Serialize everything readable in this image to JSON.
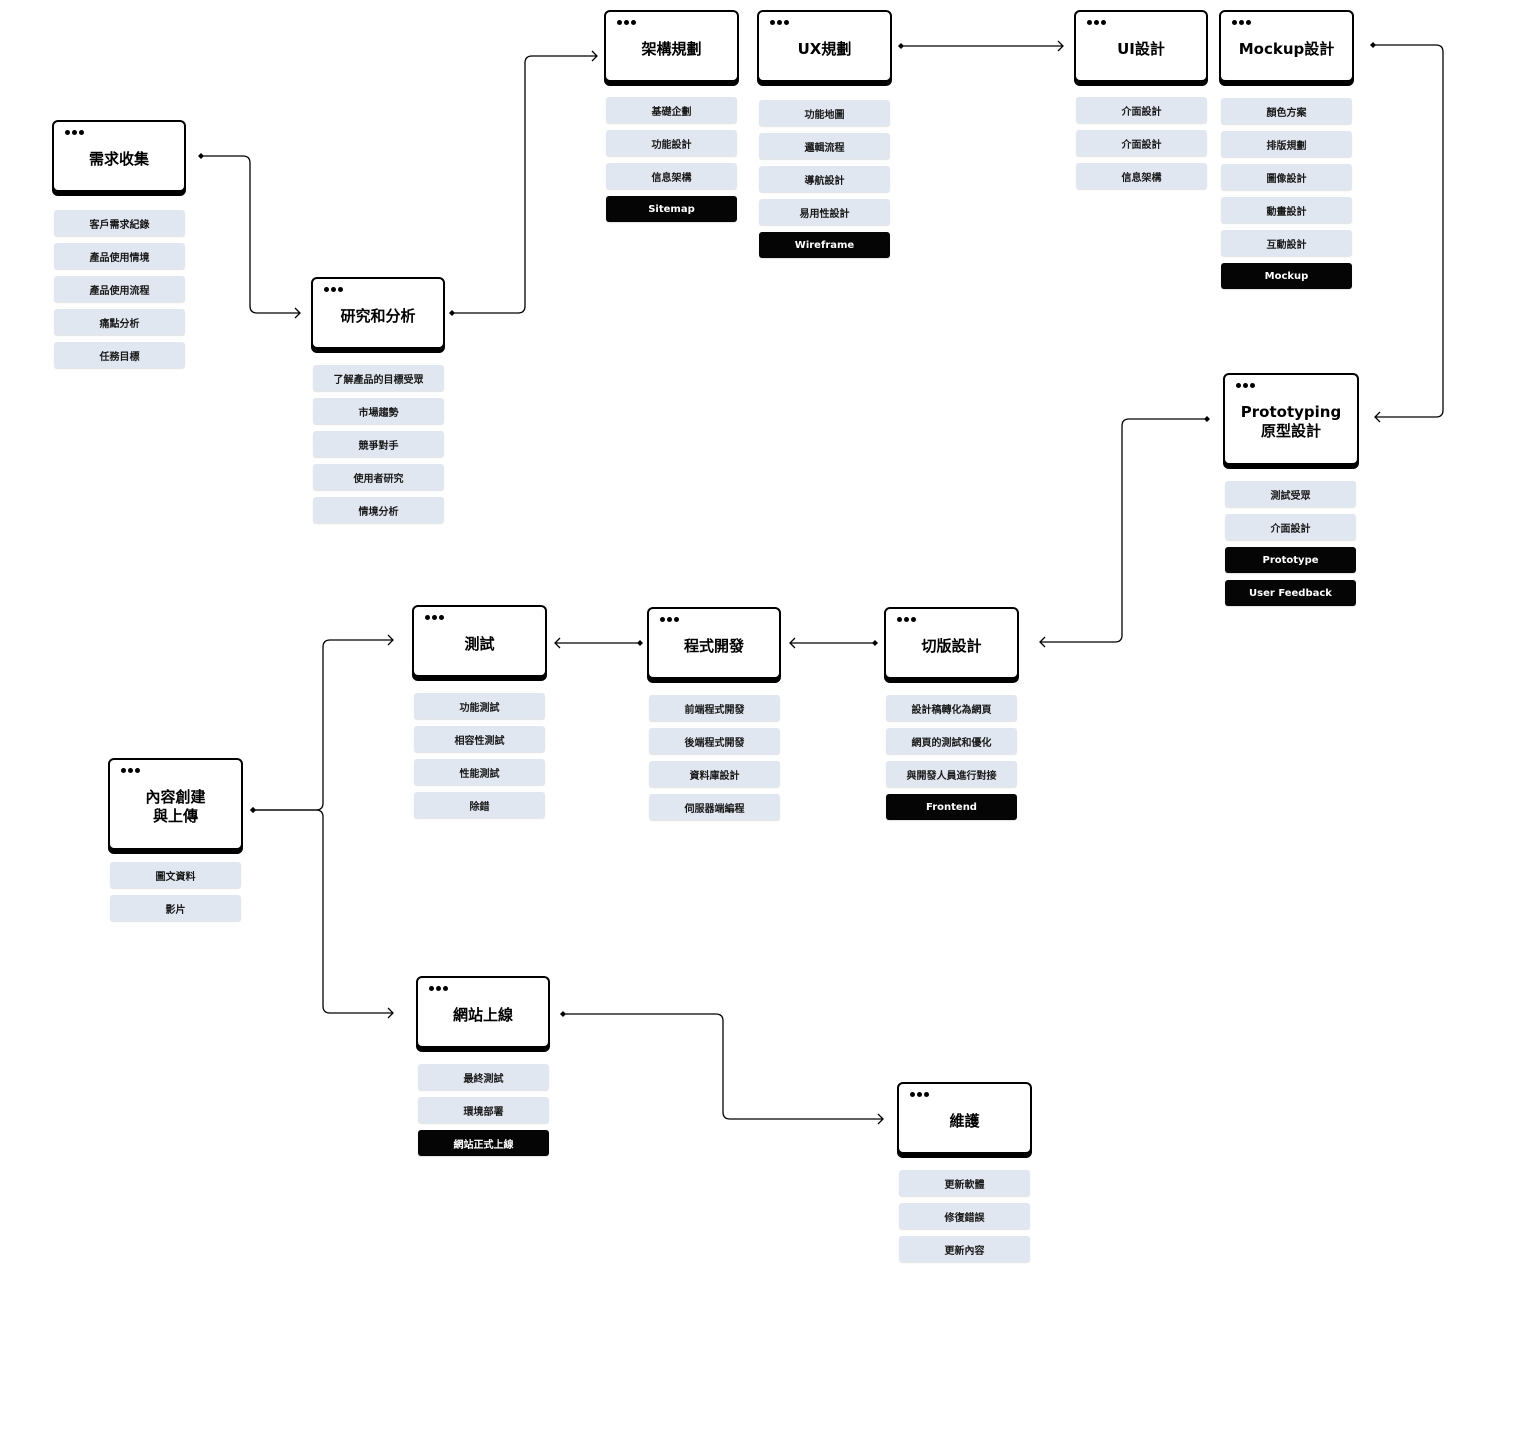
{
  "colors": {
    "stage_border": "#000000",
    "pill_fill": "#e1e7f1",
    "deliverable_fill": "#050505",
    "deliverable_text": "#ffffff"
  },
  "stages": [
    {
      "id": "requirements",
      "title": "需求收集",
      "items": [
        {
          "label": "客戶需求紀錄"
        },
        {
          "label": "產品使用情境"
        },
        {
          "label": "產品使用流程"
        },
        {
          "label": "痛點分析"
        },
        {
          "label": "任務目標"
        }
      ]
    },
    {
      "id": "research",
      "title": "研究和分析",
      "items": [
        {
          "label": "了解產品的目標受眾"
        },
        {
          "label": "市場趨勢"
        },
        {
          "label": "競爭對手"
        },
        {
          "label": "使用者研究"
        },
        {
          "label": "情境分析"
        }
      ]
    },
    {
      "id": "architecture",
      "title": "架構規劃",
      "items": [
        {
          "label": "基礎企劃"
        },
        {
          "label": "功能設計"
        },
        {
          "label": "信息架構"
        },
        {
          "label": "Sitemap",
          "deliverable": true
        }
      ]
    },
    {
      "id": "ux",
      "title": "UX規劃",
      "items": [
        {
          "label": "功能地圖"
        },
        {
          "label": "邏輯流程"
        },
        {
          "label": "導航設計"
        },
        {
          "label": "易用性設計"
        },
        {
          "label": "Wireframe",
          "deliverable": true
        }
      ]
    },
    {
      "id": "ui",
      "title": "UI設計",
      "items": [
        {
          "label": "介面設計"
        },
        {
          "label": "介面設計"
        },
        {
          "label": "信息架構"
        }
      ]
    },
    {
      "id": "mockup",
      "title": "Mockup設計",
      "items": [
        {
          "label": "顏色方案"
        },
        {
          "label": "排版規劃"
        },
        {
          "label": "圖像設計"
        },
        {
          "label": "動畫設計"
        },
        {
          "label": "互動設計"
        },
        {
          "label": "Mockup",
          "deliverable": true
        }
      ]
    },
    {
      "id": "prototyping",
      "title": "Prototyping\n原型設計",
      "items": [
        {
          "label": "測試受眾"
        },
        {
          "label": "介面設計"
        },
        {
          "label": "Prototype",
          "deliverable": true
        },
        {
          "label": "User Feedback",
          "deliverable": true
        }
      ]
    },
    {
      "id": "slicing",
      "title": "切版設計",
      "items": [
        {
          "label": "設計稿轉化為網頁"
        },
        {
          "label": "網頁的測試和優化"
        },
        {
          "label": "與開發人員進行對接"
        },
        {
          "label": "Frontend",
          "deliverable": true
        }
      ]
    },
    {
      "id": "development",
      "title": "程式開發",
      "items": [
        {
          "label": "前端程式開發"
        },
        {
          "label": "後端程式開發"
        },
        {
          "label": "資料庫設計"
        },
        {
          "label": "伺服器端編程"
        }
      ]
    },
    {
      "id": "testing",
      "title": "測試",
      "items": [
        {
          "label": "功能測試"
        },
        {
          "label": "相容性測試"
        },
        {
          "label": "性能測試"
        },
        {
          "label": "除錯"
        }
      ]
    },
    {
      "id": "content",
      "title": "內容創建\n與上傳",
      "items": [
        {
          "label": "圖文資料"
        },
        {
          "label": "影片"
        }
      ]
    },
    {
      "id": "launch",
      "title": "網站上線",
      "items": [
        {
          "label": "最終測試"
        },
        {
          "label": "環境部署"
        },
        {
          "label": "網站正式上線",
          "deliverable": true
        }
      ]
    },
    {
      "id": "maintenance",
      "title": "維護",
      "items": [
        {
          "label": "更新軟體"
        },
        {
          "label": "修復錯誤"
        },
        {
          "label": "更新內容"
        }
      ]
    }
  ],
  "connections": [
    {
      "from": "requirements",
      "to": "research"
    },
    {
      "from": "research",
      "to": "architecture"
    },
    {
      "from": "ux",
      "to": "ui"
    },
    {
      "from": "mockup",
      "to": "prototyping"
    },
    {
      "from": "prototyping",
      "to": "slicing"
    },
    {
      "from": "slicing",
      "to": "development"
    },
    {
      "from": "development",
      "to": "testing"
    },
    {
      "from": "content",
      "to": "testing"
    },
    {
      "from": "content",
      "to": "launch"
    },
    {
      "from": "launch",
      "to": "maintenance"
    }
  ]
}
